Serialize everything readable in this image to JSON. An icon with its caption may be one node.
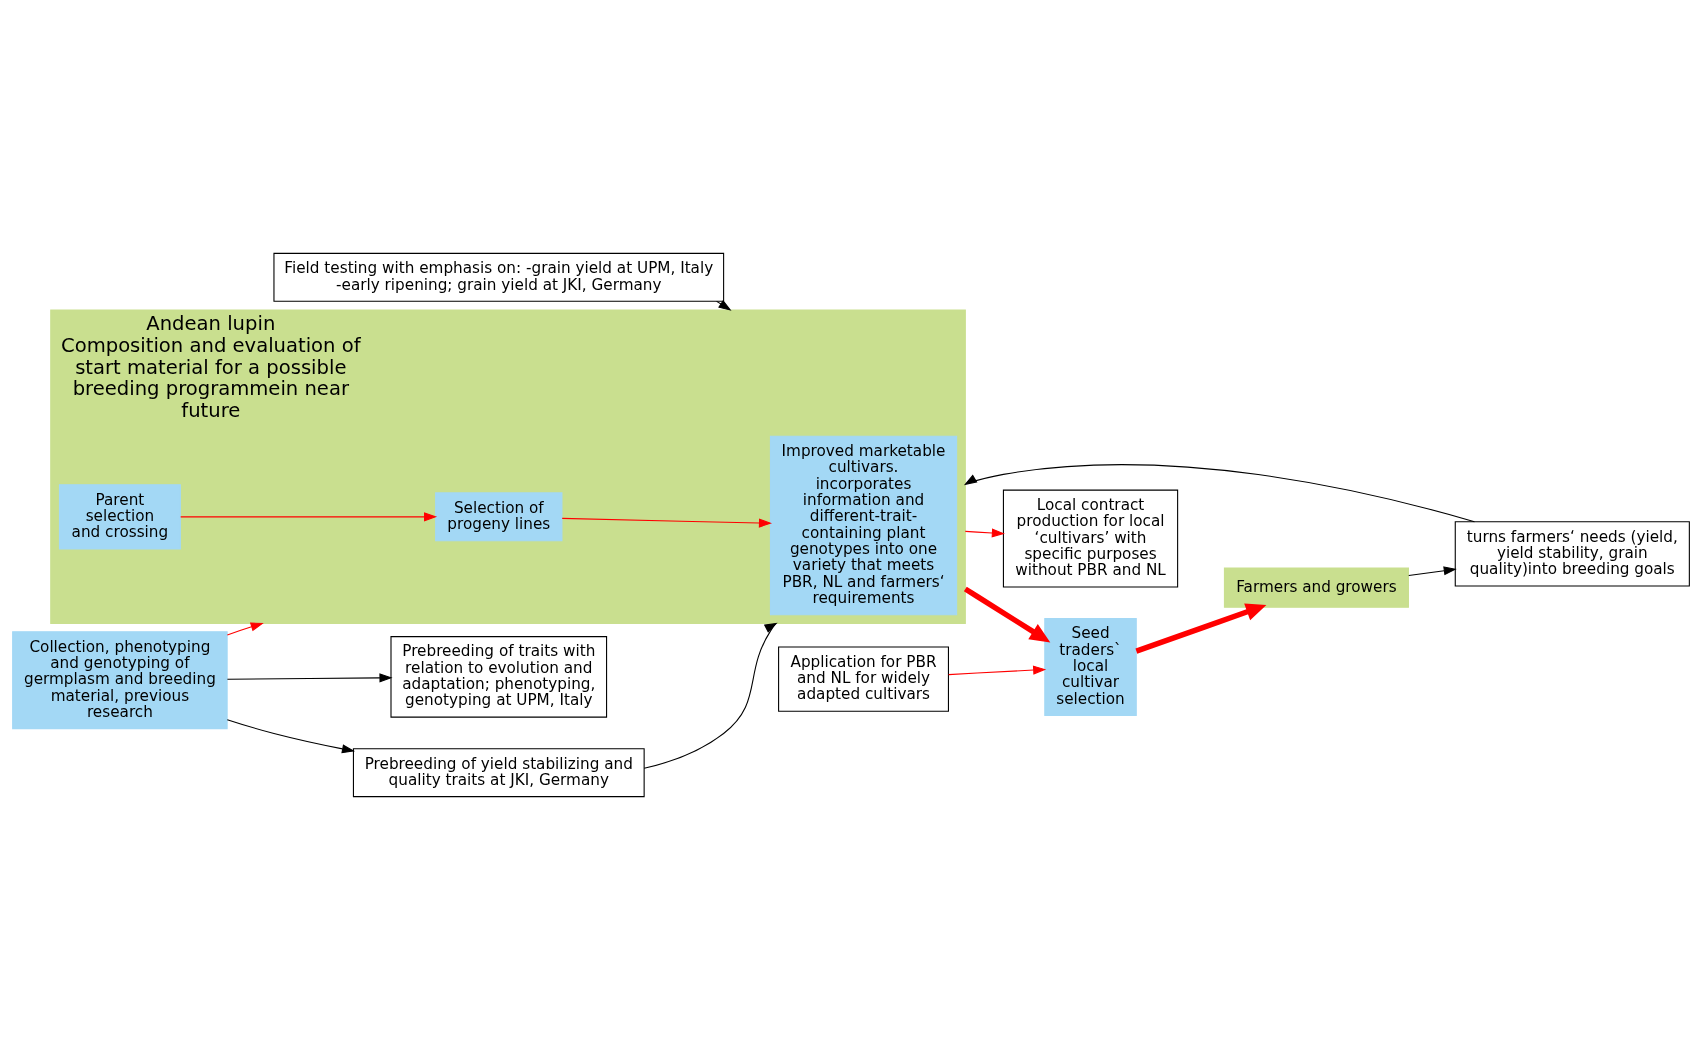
{
  "diagram": {
    "nodes": [
      {
        "text": [
          "Field testing with emphasis on: -grain yield at UPM, Italy -early ripening; grain yield at JKI, Germany"
        ]
      },
      {
        "text": [
          "turns farmers‘ needs (yield, yield stability, grain quality)into breeding goals"
        ]
      },
      {
        "text": [
          "Andean lupin",
          "Composition and evaluation of start material for a possible breeding programmein near future"
        ]
      },
      {
        "text": [
          "Collection, phenotyping and genotyping of germplasm and breeding material, previous research"
        ]
      },
      {
        "text": [
          "Parent selection and crossing"
        ],
        "in": 2
      },
      {
        "text": [
          "Selection of progeny lines"
        ],
        "in": 2
      },
      {
        "text": [
          "Improved marketable cultivars. incorporates information and different-trait-containing plant genotypes into one variety that meets PBR, NL and farmers‘ requirements"
        ],
        "in": 2
      },
      {
        "text": [
          "Application for PBR and NL for widely adapted cultivars"
        ]
      },
      {
        "text": [
          "Seed traders` local cultivar selection"
        ]
      },
      {
        "text": [
          "Farmers and growers"
        ]
      },
      {
        "text": [
          "Local contract production for local ‘cultivars’ with specific purposes without PBR and NL"
        ]
      },
      {
        "text": [
          "Prebreeding of traits with relation to evolution and adaptation; phenotyping, genotyping at UPM, Italy"
        ]
      },
      {
        "text": [
          "Prebreeding of yield stabilizing and quality traits at JKI, Germany"
        ]
      }
    ],
    "edges": [
      {
        "from": 0,
        "to": 2,
        "arrow": "to",
        "color": "#000000"
      },
      {
        "from": 1,
        "to": 2,
        "arrow": "to",
        "color": "#000000"
      },
      {
        "from": 3,
        "to": 2,
        "arrow": "to"
      },
      {
        "from": 4,
        "to": 5,
        "arrow": "to"
      },
      {
        "from": 5,
        "to": 6,
        "arrow": "to"
      },
      {
        "from": 2,
        "to": 8,
        "arrow": "to",
        "style": "thick"
      },
      {
        "from": 7,
        "to": 8,
        "arrow": "to"
      },
      {
        "from": 8,
        "to": 9,
        "arrow": "to",
        "style": "thick"
      },
      {
        "from": 9,
        "to": 1,
        "arrow": "to",
        "color": "#000000"
      },
      {
        "from": 2,
        "to": 10,
        "arrow": "to"
      },
      {
        "from": 3,
        "to": 12,
        "arrow": "to",
        "color": "#000000"
      },
      {
        "from": 3,
        "to": 11,
        "arrow": "to",
        "color": "#000000"
      },
      {
        "from": 12,
        "to": 2,
        "arrow": "to",
        "color": "#000000"
      }
    ]
  }
}
